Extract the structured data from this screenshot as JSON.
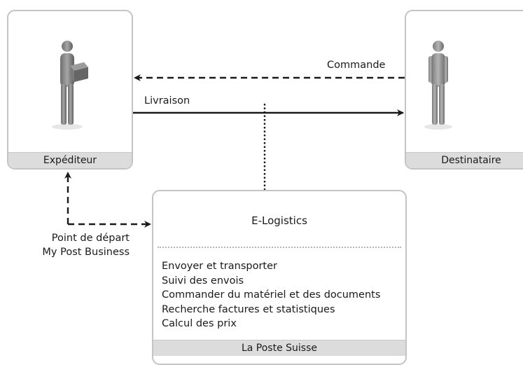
{
  "sender": {
    "label": "Expéditeur"
  },
  "recipient": {
    "label": "Destinataire"
  },
  "arrows": {
    "order_label": "Commande",
    "delivery_label": "Livraison"
  },
  "start": {
    "line1": "Point de départ",
    "line2": "My Post Business"
  },
  "e_logistics": {
    "title": "E-Logistics",
    "services": [
      "Envoyer et transporter",
      "Suivi des envois",
      "Commander du matériel et des documents",
      "Recherche factures et statistiques",
      "Calcul des prix"
    ],
    "footer": "La Poste Suisse"
  },
  "colors": {
    "box_border": "#c4c4c4",
    "footer_bg": "#dcdcdc",
    "figure": "#8a8a8a",
    "arrow": "#1a1a1a"
  },
  "icons": [
    "person-with-parcel-icon",
    "person-standing-icon"
  ]
}
